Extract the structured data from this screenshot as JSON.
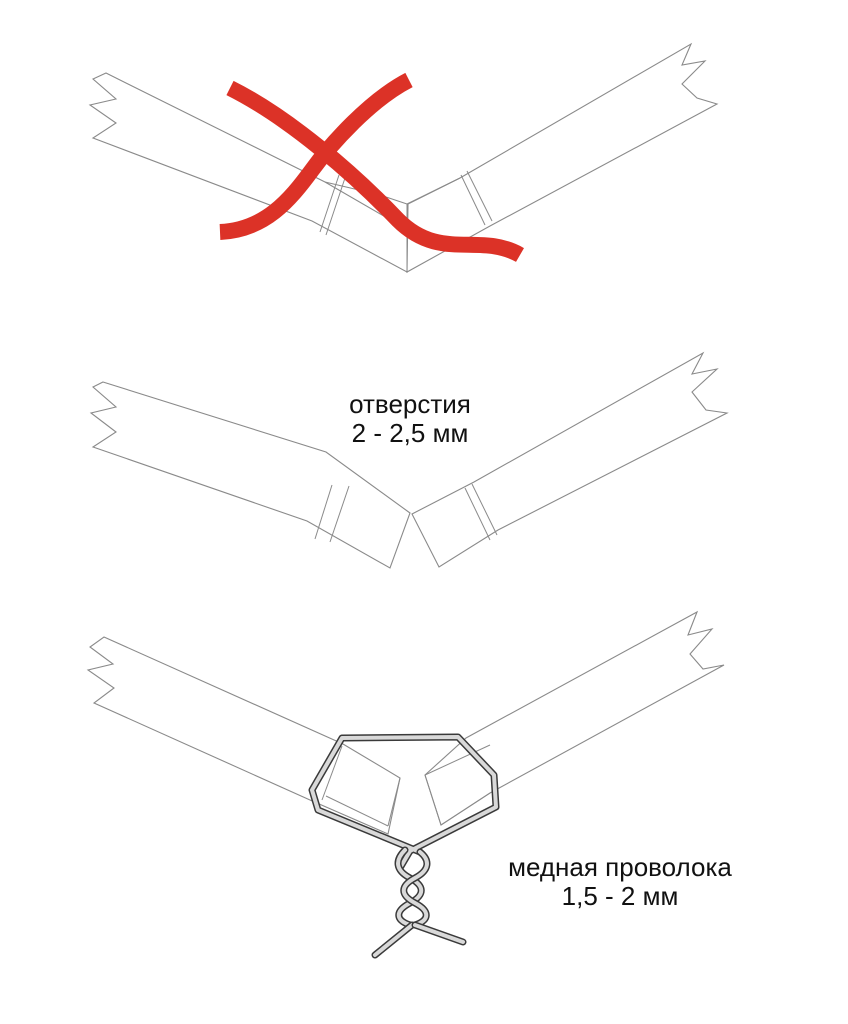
{
  "diagram": {
    "panels": [
      {
        "id": "wrong-joint",
        "status": "incorrect",
        "mark": "cross",
        "mark_color": "#dc3227",
        "labels": []
      },
      {
        "id": "holes",
        "status": "step",
        "labels": [
          "отверстия",
          "2 - 2,5 мм"
        ]
      },
      {
        "id": "wire-tied",
        "status": "step",
        "labels": [
          "медная проволока",
          "1,5 - 2 мм"
        ]
      }
    ],
    "colors": {
      "outline": "#8a8a8a",
      "cross": "#dc3227",
      "wire": "#3a3a3a",
      "text": "#111111"
    }
  }
}
